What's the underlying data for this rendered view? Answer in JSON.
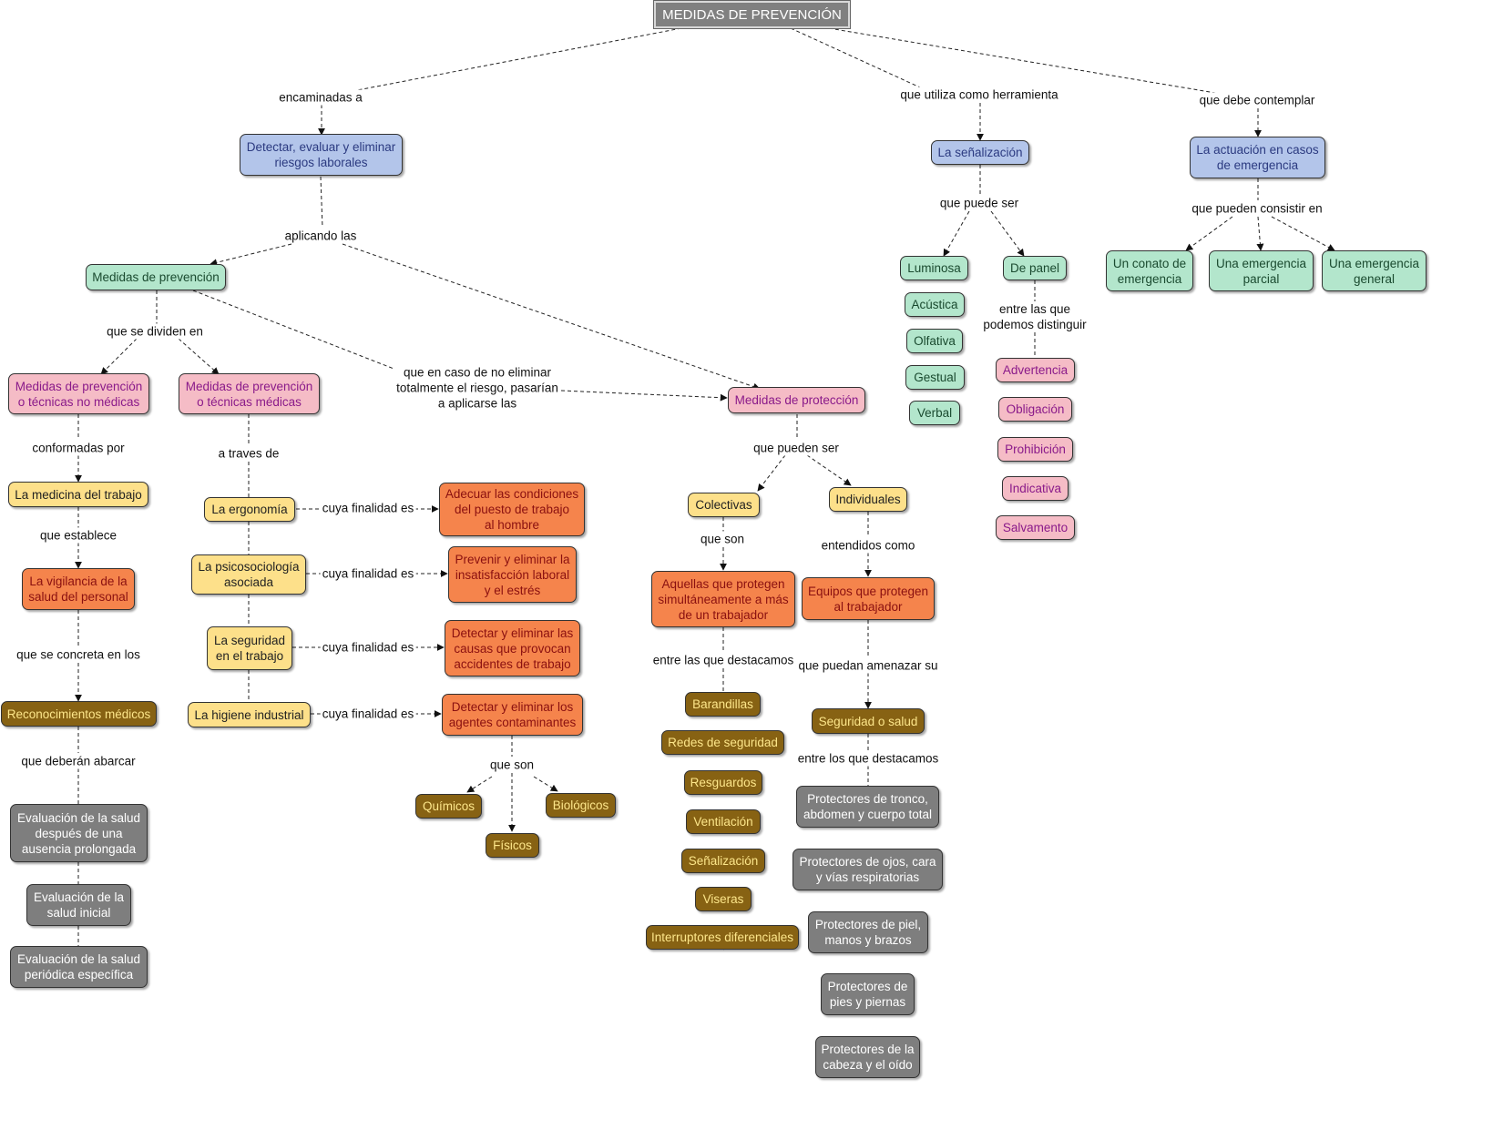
{
  "root": "MEDIDAS DE PREVENCIÓN",
  "nodes": {
    "detectar": "Detectar, evaluar y eliminar\nriesgos laborales",
    "senalizacion": "La señalización",
    "actuacion": "La actuación en casos\nde emergencia",
    "medidas_prev": "Medidas de prevención",
    "tec_no_medicas": "Medidas de prevención\no técnicas no médicas",
    "tec_medicas": "Medidas de prevención\no técnicas médicas",
    "medidas_prot": "Medidas de protección",
    "luminosa": "Luminosa",
    "acustica": "Acústica",
    "olfativa": "Olfativa",
    "gestual": "Gestual",
    "verbal": "Verbal",
    "de_panel": "De panel",
    "advertencia": "Advertencia",
    "obligacion": "Obligación",
    "prohibicion": "Prohibición",
    "indicativa": "Indicativa",
    "salvamento": "Salvamento",
    "conato": "Un conato de\nemergencia",
    "parcial": "Una emergencia\nparcial",
    "general": "Una emergencia\ngeneral",
    "medicina": "La medicina del trabajo",
    "vigilancia": "La vigilancia de la\nsalud del personal",
    "reconocimientos": "Reconocimientos médicos",
    "eval_ausencia": "Evaluación de la salud\ndespués de una\nausencia prolongada",
    "eval_inicial": "Evaluación de la\nsalud inicial",
    "eval_periodica": "Evaluación de la salud\nperiódica específica",
    "ergonomia": "La ergonomía",
    "psicosociologia": "La psicosociología\nasociada",
    "seguridad": "La seguridad\nen el trabajo",
    "higiene": "La higiene industrial",
    "adecuar": "Adecuar las condiciones\ndel puesto de trabajo\nal hombre",
    "prevenir": "Prevenir y eliminar la\ninsatisfacción laboral\ny el estrés",
    "detectar_causas": "Detectar y eliminar las\ncausas que provocan\naccidentes de trabajo",
    "detectar_agentes": "Detectar y eliminar los\nagentes contaminantes",
    "quimicos": "Químicos",
    "fisicos": "Físicos",
    "biologicos": "Biológicos",
    "colectivas": "Colectivas",
    "individuales": "Individuales",
    "aquellas": "Aquellas que protegen\nsimultáneamente a más\nde un trabajador",
    "equipos": "Equipos que protegen\nal trabajador",
    "barandillas": "Barandillas",
    "redes": "Redes de seguridad",
    "resguardos": "Resguardos",
    "ventilacion": "Ventilación",
    "senalizacion2": "Señalización",
    "viseras": "Viseras",
    "interruptores": "Interruptores diferenciales",
    "seg_salud": "Seguridad o salud",
    "prot_tronco": "Protectores de tronco,\nabdomen y cuerpo total",
    "prot_ojos": "Protectores de ojos, cara\ny vías respiratorias",
    "prot_piel": "Protectores de piel,\nmanos y brazos",
    "prot_pies": "Protectores de\npies y piernas",
    "prot_cabeza": "Protectores de la\ncabeza y el oído"
  },
  "labels": {
    "encaminadas": "encaminadas a",
    "herramienta": "que utiliza como herramienta",
    "contemplar": "que debe contemplar",
    "aplicando": "aplicando las",
    "puede_ser": "que puede ser",
    "consistir": "que pueden consistir en",
    "distinguir": "entre las que\npodemos distinguir",
    "dividen": "que se dividen en",
    "caso": "que en caso de no eliminar\ntotalmente el riesgo, pasarían\na aplicarse las",
    "conformadas": "conformadas por",
    "traves": "a traves de",
    "pueden_ser": "que pueden ser",
    "establece": "que establece",
    "finalidad1": "cuya finalidad es",
    "finalidad2": "cuya finalidad es",
    "finalidad3": "cuya finalidad es",
    "finalidad4": "cuya finalidad es",
    "que_son": "que son",
    "que_son2": "que son",
    "entendidos": "entendidos como",
    "concreta": "que se concreta en los",
    "destacamos": "entre las que destacamos",
    "amenazar": "que puedan amenazar su",
    "deberan": "que deberán abarcar",
    "destacamos2": "entre los que destacamos"
  }
}
